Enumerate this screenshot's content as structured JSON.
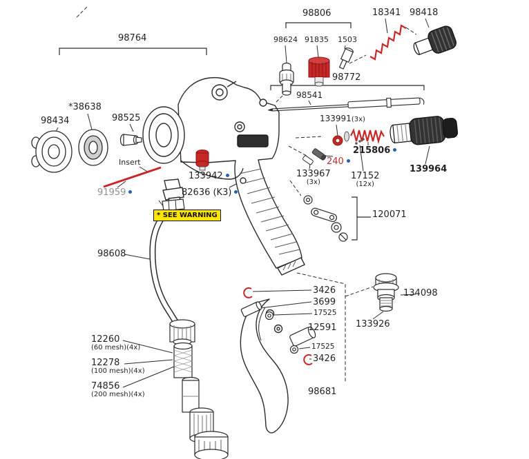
{
  "colors": {
    "line": "#2a2a2a",
    "red_part": "#c62828",
    "blue_dot": "#1f63ac",
    "warning_bg": "#ffe500",
    "muted_label": "#8f8f8f",
    "label_text": "#231f20"
  },
  "labels": {
    "p98764": {
      "text": "98764"
    },
    "p98806": {
      "text": "98806"
    },
    "p18341": {
      "text": "18341"
    },
    "p98418": {
      "text": "98418"
    },
    "p98624": {
      "text": "98624"
    },
    "p91835": {
      "text": "91835"
    },
    "p1503": {
      "text": "1503"
    },
    "p98772": {
      "text": "98772"
    },
    "p98541": {
      "text": "98541"
    },
    "p38638": {
      "text": "*38638"
    },
    "p98434": {
      "text": "98434"
    },
    "p98525": {
      "text": "98525"
    },
    "p133991": {
      "text": "133991",
      "suffix": "(3x)"
    },
    "insert": {
      "text": "Insert"
    },
    "p133942": {
      "text": "133942",
      "dot": true
    },
    "p91959": {
      "text": "91959",
      "dot": true
    },
    "p82636": {
      "text": "82636 (K3)",
      "dot": true
    },
    "warning": {
      "text": "* SEE WARNING"
    },
    "p240": {
      "text": "240",
      "dot": true
    },
    "p133967": {
      "text": "133967",
      "suffix": "(3x)"
    },
    "p17152": {
      "text": "17152",
      "suffix": "(12x)"
    },
    "p215806": {
      "text": "215806",
      "dot": true
    },
    "p139964": {
      "text": "139964"
    },
    "p120071": {
      "text": "120071"
    },
    "p98608": {
      "text": "98608"
    },
    "p3426a": {
      "text": "3426"
    },
    "p3699": {
      "text": "3699"
    },
    "p17525a": {
      "text": "17525"
    },
    "p12591": {
      "text": "12591"
    },
    "p17525b": {
      "text": "17525"
    },
    "p3426b": {
      "text": "3426"
    },
    "p133926": {
      "text": "133926"
    },
    "p134098": {
      "text": "134098"
    },
    "p12260": {
      "text": "12260",
      "suffix": "(60 mesh)(4x)"
    },
    "p12278": {
      "text": "12278",
      "suffix": "(100 mesh)(4x)"
    },
    "p74856": {
      "text": "74856",
      "suffix": "(200 mesh)(4x)"
    },
    "p98681": {
      "text": "98681"
    }
  }
}
